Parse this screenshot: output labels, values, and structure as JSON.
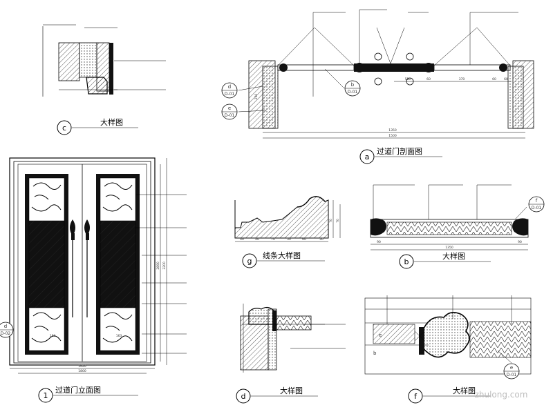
{
  "details": {
    "c": {
      "marker": "c",
      "title": "大样图"
    },
    "a": {
      "marker": "a",
      "title": "过道门剖面图",
      "dim_main": "1500",
      "dim_inner": "1350",
      "dim_thk": "250",
      "dims_top": [
        "550",
        "60",
        "370",
        "60",
        "60"
      ],
      "callouts": [
        {
          "letter": "d",
          "ref": "D-01"
        },
        {
          "letter": "e",
          "ref": "D-01"
        },
        {
          "letter": "b",
          "ref": "D-01"
        }
      ]
    },
    "one": {
      "marker": "1",
      "title": "过道门立面图",
      "dim_width": "1800",
      "dim_inner": "1620",
      "dim_height": "3200",
      "dim_mid": "2890",
      "dim_bottom": "163",
      "dim_bottom2": "163",
      "callout": {
        "letter": "d",
        "ref": "D-02"
      }
    },
    "g": {
      "marker": "g",
      "title": "线条大样图",
      "dims": [
        "40",
        "40",
        "70",
        "30",
        "60",
        "30"
      ],
      "dim_h": "70",
      "dim_h2": "70"
    },
    "b": {
      "marker": "b",
      "title": "大样图",
      "dim_total": "1350",
      "dim_left": "90",
      "dim_right": "90",
      "callout": {
        "letter": "f",
        "ref": "D-01"
      }
    },
    "d": {
      "marker": "d",
      "title": "大样图"
    },
    "f": {
      "marker": "f",
      "title": "大样图",
      "callout": {
        "letter": "e",
        "ref": "D-01"
      },
      "label_e": "e",
      "label_b": "b"
    }
  },
  "watermark": {
    "text": "zhulong.com"
  },
  "colors": {
    "line": "#000000",
    "hatch": "#333333",
    "fill_dark": "#111111",
    "watermark": "#bdbdbd"
  }
}
